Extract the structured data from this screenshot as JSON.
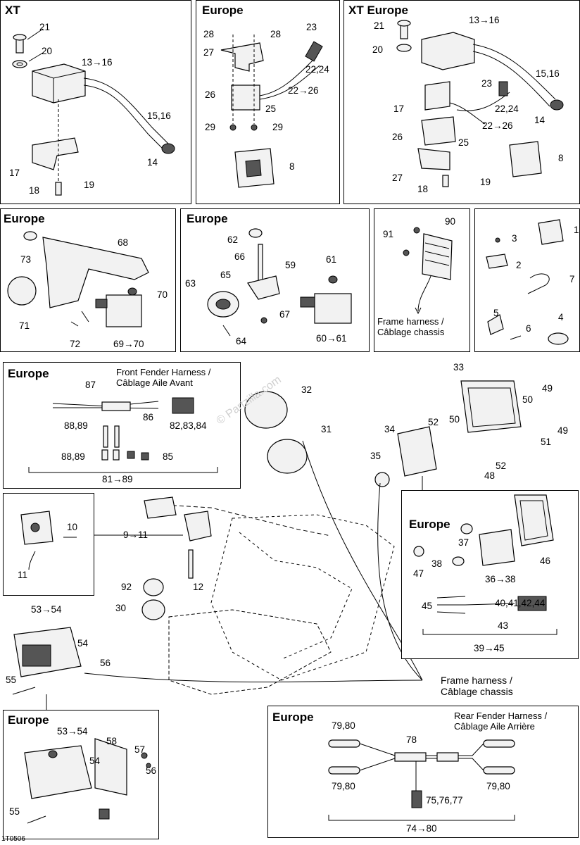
{
  "watermark": "© Partzilla.com",
  "footer_code": "1T0506",
  "panels": {
    "xt": {
      "title": "XT",
      "labels": {
        "p21": "21",
        "p20": "20",
        "p13": "13→16",
        "p15": "15,16",
        "p14": "14",
        "p17": "17",
        "p18": "18",
        "p19": "19"
      }
    },
    "europe_top": {
      "title": "Europe",
      "labels": {
        "p28a": "28",
        "p28b": "28",
        "p27": "27",
        "p23": "23",
        "p2224": "22,24",
        "p22": "22→26",
        "p26": "26",
        "p25": "25",
        "p29a": "29",
        "p29b": "29",
        "p8": "8"
      }
    },
    "xt_europe": {
      "title": "XT Europe",
      "labels": {
        "p21": "21",
        "p13": "13→16",
        "p20": "20",
        "p1516": "15,16",
        "p23": "23",
        "p17": "17",
        "p2224": "22,24",
        "p14": "14",
        "p22": "22→26",
        "p26": "26",
        "p25": "25",
        "p8": "8",
        "p27": "27",
        "p18": "18",
        "p19": "19"
      }
    },
    "europe_68": {
      "title": "Europe",
      "labels": {
        "p73": "73",
        "p68": "68",
        "p70": "70",
        "p71": "71",
        "p72": "72",
        "p69": "69→70"
      }
    },
    "europe_62": {
      "title": "Europe",
      "labels": {
        "p62": "62",
        "p66": "66",
        "p61": "61",
        "p59": "59",
        "p65": "65",
        "p63": "63",
        "p67": "67",
        "p64": "64",
        "p60": "60→61"
      }
    },
    "regulator": {
      "labels": {
        "p91": "91",
        "p90": "90"
      },
      "caption_line1": "Frame harness /",
      "caption_line2": "Câblage chassis"
    },
    "clips": {
      "labels": {
        "p1": "1",
        "p3": "3",
        "p2": "2",
        "p7": "7",
        "p5": "5",
        "p4": "4",
        "p6": "6"
      }
    },
    "front_fender": {
      "title": "Europe",
      "caption_line1": "Front Fender Harness /",
      "caption_line2": "Câblage Aile Avant",
      "labels": {
        "p87": "87",
        "p86": "86",
        "p8889a": "88,89",
        "p8284": "82,83,84",
        "p8889b": "88,89",
        "p85": "85",
        "p81": "81→89"
      }
    },
    "switch_inset": {
      "labels": {
        "p10": "10",
        "p11": "11"
      }
    },
    "main": {
      "labels": {
        "p32": "32",
        "p31": "31",
        "p33": "33",
        "p49a": "49",
        "p50a": "50",
        "p52a": "52",
        "p50b": "50",
        "p49b": "49",
        "p51": "51",
        "p34": "34",
        "p35": "35",
        "p52b": "52",
        "p48a": "48",
        "p48b": "48",
        "p52c": "52",
        "p9": "9→11",
        "p12": "12",
        "p92": "92",
        "p30": "30",
        "p53": "53→54",
        "p54": "54",
        "p56": "56",
        "p55": "55"
      },
      "caption_line1": "Frame harness /",
      "caption_line2": "Câblage chassis"
    },
    "europe_headlight": {
      "title": "Europe",
      "labels": {
        "p37": "37",
        "p46": "46",
        "p38": "38",
        "p47": "47",
        "p36": "36→38",
        "p45": "45",
        "p4044": "40,41,42,44",
        "p43": "43",
        "p39": "39→45"
      }
    },
    "europe_taillight": {
      "title": "Europe",
      "labels": {
        "p53": "53→54",
        "p58": "58",
        "p57": "57",
        "p54": "54",
        "p56": "56",
        "p55": "55"
      }
    },
    "rear_fender": {
      "title": "Europe",
      "caption_line1": "Rear Fender Harness /",
      "caption_line2": "Câblage Aile Arrière",
      "labels": {
        "p7980a": "79,80",
        "p78": "78",
        "p7980b": "79,80",
        "p7577": "75,76,77",
        "p7980c": "79,80",
        "p74": "74→80"
      }
    }
  }
}
